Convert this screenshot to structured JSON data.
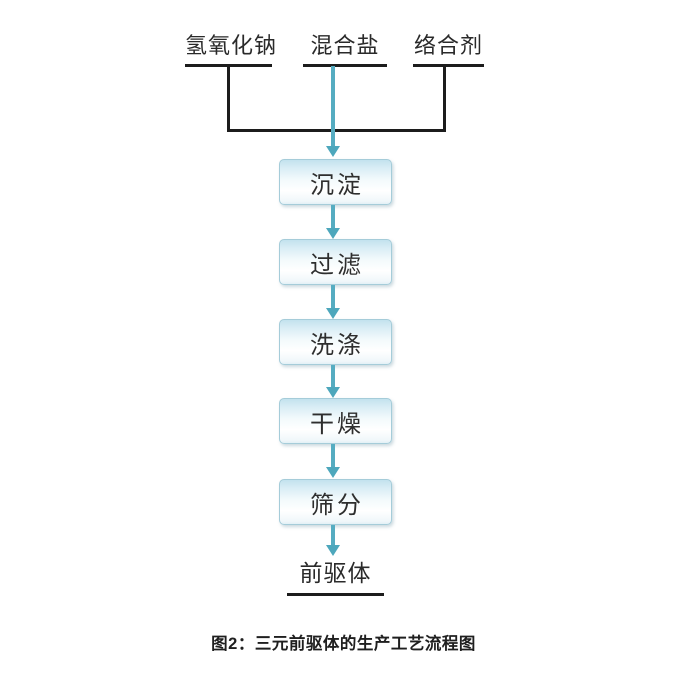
{
  "colors": {
    "accent_teal": "#55acc1",
    "arrow_teal": "#4da7bc",
    "line_black": "#1c1c1c",
    "box_border": "#a5ccd9",
    "box_fill_top": "#c3e2ee",
    "text_dark": "#2a2a2a"
  },
  "flow": {
    "inputs": [
      {
        "label": "氢氧化钠"
      },
      {
        "label": "混合盐"
      },
      {
        "label": "络合剂"
      }
    ],
    "steps": [
      {
        "label": "沉淀"
      },
      {
        "label": "过滤"
      },
      {
        "label": "洗涤"
      },
      {
        "label": "干燥"
      },
      {
        "label": "筛分"
      }
    ],
    "output": {
      "label": "前驱体"
    },
    "caption": "图2：三元前驱体的生产工艺流程图"
  }
}
